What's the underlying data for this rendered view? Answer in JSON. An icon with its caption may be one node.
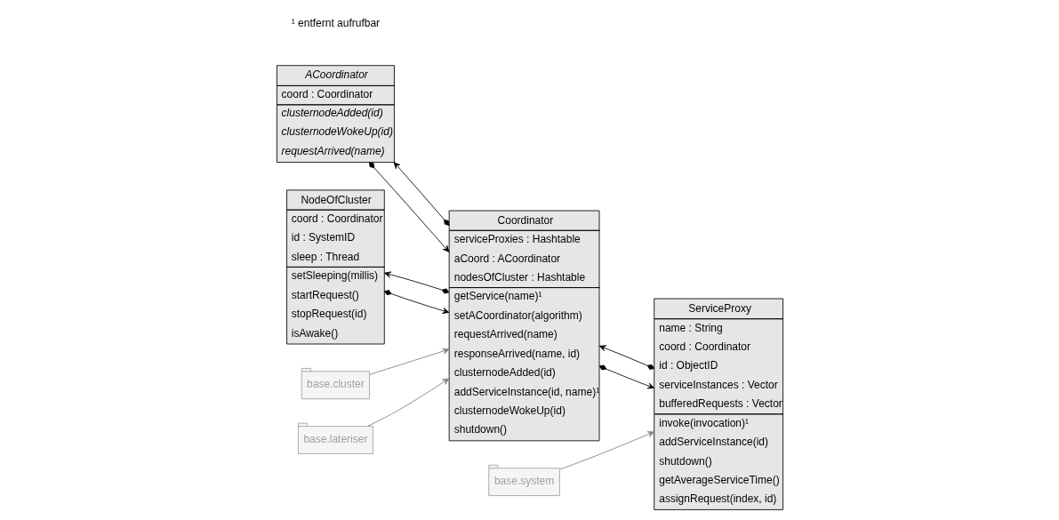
{
  "diagram": {
    "nodes": [
      {
        "text": [
          "ACoordinator",
          "coord : Coordinator",
          "clusternodeAdded(id)",
          "clusternodeWokeUp(id)",
          "requestArrived(name)"
        ]
      },
      {
        "text": [
          "Coordinator",
          "serviceProxies : Hashtable",
          "aCoord : ACoordinator",
          "nodesOfCluster : Hashtable",
          "getService(name)¹",
          "setACoordinator(algorithm)",
          "requestArrived(name)",
          "responseArrived(name, id)",
          "clusternodeAdded(id)",
          "addServiceInstance(id, name)¹",
          "clusternodeWokeUp(id)",
          "shutdown()"
        ]
      },
      {
        "text": [
          "ServiceProxy",
          "name : String",
          "coord : Coordinator",
          "id : ObjectID",
          "serviceInstances : Vector",
          "bufferedRequests : Vector",
          "invoke(invocation)¹",
          "addServiceInstance(id)",
          "shutdown()",
          "getAverageServiceTime()",
          "assignRequest(index, id)"
        ]
      },
      {
        "text": [
          "NodeOfCluster",
          "coord : Coordinator",
          "id : SystemID",
          "sleep : Thread",
          "setSleeping(millis)",
          "startRequest()",
          "stopRequest(id)",
          "isAwake()"
        ]
      },
      {
        "text": [
          "base.cluster"
        ]
      },
      {
        "text": [
          "base.lateriser"
        ]
      },
      {
        "text": [
          "base.system"
        ]
      }
    ],
    "edges": [
      {
        "from": 0,
        "to": 1,
        "arrow": "to"
      },
      {
        "from": 1,
        "to": 0,
        "arrow": "to"
      },
      {
        "from": 1,
        "to": 2,
        "arrow": "to"
      },
      {
        "from": 2,
        "to": 1,
        "arrow": "to"
      },
      {
        "from": 1,
        "to": 3,
        "arrow": "to"
      },
      {
        "from": 3,
        "to": 1,
        "arrow": "to"
      },
      {
        "from": 4,
        "to": 1,
        "arrow": "to",
        "color": "#808080"
      },
      {
        "from": 5,
        "to": 1,
        "arrow": "to",
        "color": "#808080"
      },
      {
        "from": 6,
        "to": 2,
        "arrow": "to",
        "color": "#808080"
      }
    ],
    "labels": [
      "¹ entfernt aufrufbar"
    ]
  }
}
